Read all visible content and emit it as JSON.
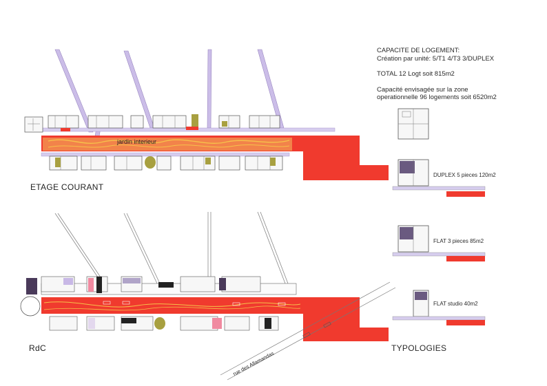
{
  "capacity": {
    "title": "CAPACITE DE LOGEMENT:",
    "creation": "Création par unité: 5/T1  4/T3  3/DUPLEX",
    "total": "TOTAL 12 Logt soit 815m2",
    "zone_line1": "Capacité envisagée sur la zone",
    "zone_line2": "operationnelle 96 logements soit 6520m2"
  },
  "labels": {
    "upper_floor": "ETAGE COURANT",
    "ground_floor": "RdC",
    "interior_garden": "jardin interieur",
    "street": "rue des Allamandas",
    "typologies": "TYPOLOGIES"
  },
  "typologies": [
    {
      "label": ""
    },
    {
      "label": "DUPLEX 5 pieces 120m2"
    },
    {
      "label": "FLAT 3 pieces 85m2"
    },
    {
      "label": "FLAT studio 40m2"
    }
  ],
  "colors": {
    "red": "#f03a2e",
    "orange": "#f2834a",
    "lavender": "#c8b8e6",
    "olive": "#a8a040",
    "dark_purple": "#4a3a5a"
  }
}
